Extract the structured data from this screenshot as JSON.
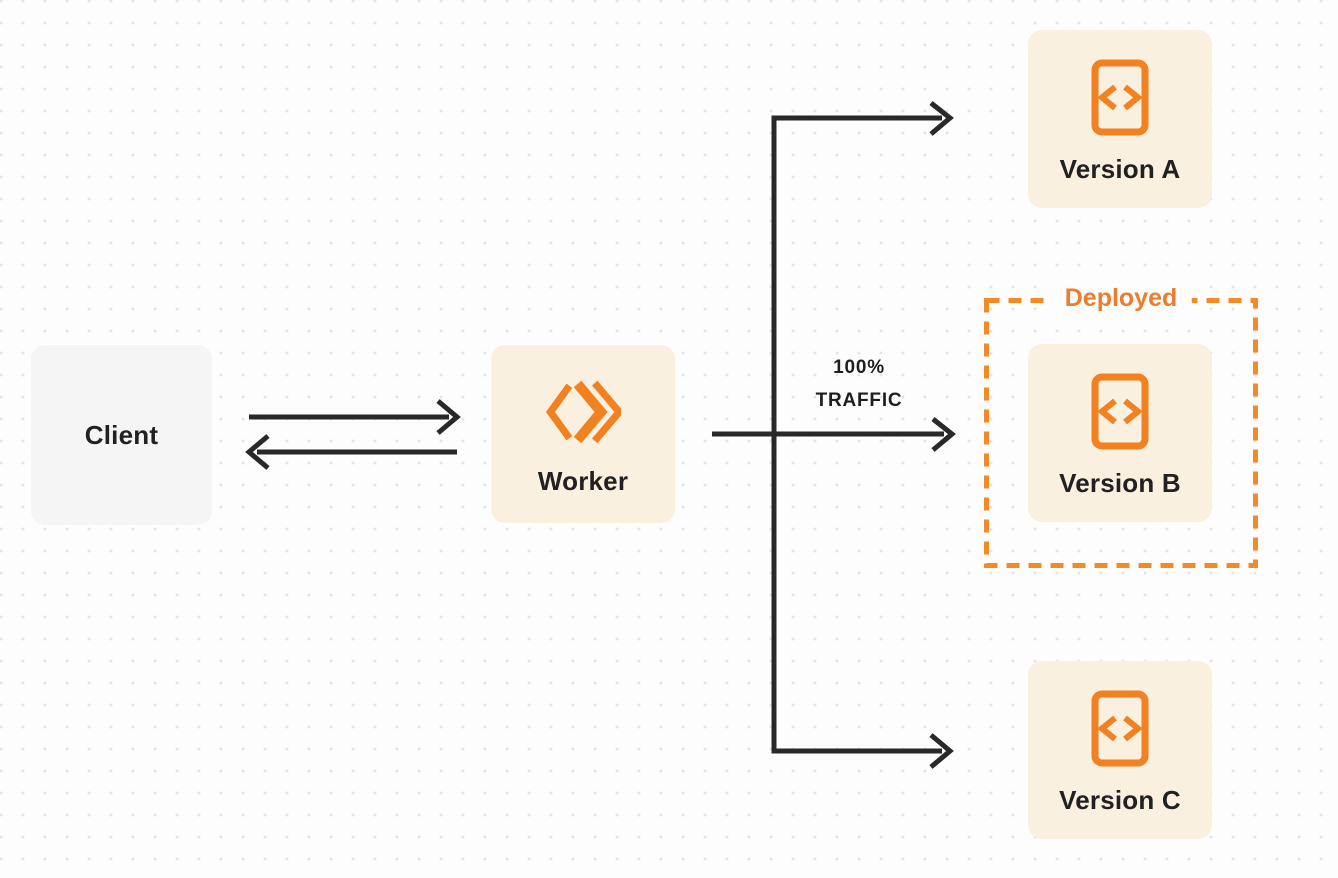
{
  "title": "Worker traffic deployment diagram",
  "colors": {
    "accent_orange": "#F28121",
    "deployed_text_orange": "#ED7D2E",
    "node_cream_bg": "#FAF0E0",
    "client_gray_bg": "#F5F5F6",
    "arrow_dark": "#292929",
    "label_dark": "#212121",
    "page_background": "#FDFDFD",
    "dot_grid": "#E4E4E4"
  },
  "nodes": {
    "client": {
      "label": "Client"
    },
    "worker": {
      "label": "Worker",
      "icon": "cloudflare-workers-logo"
    },
    "version_a": {
      "label": "Version A",
      "icon": "code-file-icon"
    },
    "version_b": {
      "label": "Version B",
      "icon": "code-file-icon"
    },
    "version_c": {
      "label": "Version C",
      "icon": "code-file-icon"
    }
  },
  "group": {
    "label": "Deployed"
  },
  "edges": {
    "client_worker": "bidirectional",
    "worker_split": "one-to-three fan-out",
    "traffic_label_line1": "100%",
    "traffic_label_line2": "TRAFFIC"
  }
}
